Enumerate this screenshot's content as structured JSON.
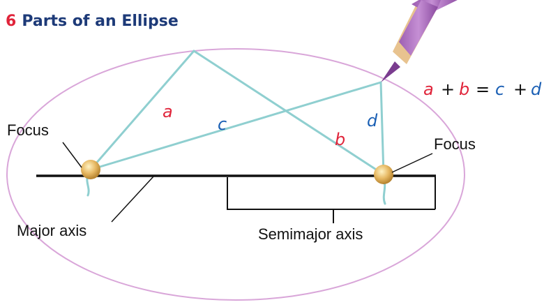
{
  "title": {
    "number": "6",
    "text": "Parts of an Ellipse"
  },
  "labels": {
    "focus_left": "Focus",
    "focus_right": "Focus",
    "major_axis": "Major axis",
    "semimajor_axis": "Semimajor axis"
  },
  "segments": {
    "a": "a",
    "b": "b",
    "c": "c",
    "d": "d"
  },
  "equation": {
    "lhs1": "a",
    "plus1": "+",
    "lhs2": "b",
    "equals": "=",
    "rhs1": "c",
    "plus2": "+",
    "rhs2": "d"
  },
  "colors": {
    "title": "#1d3a78",
    "title_number": "#e0243a",
    "red_var": "#e0243a",
    "blue_var": "#1a5fb4",
    "ellipse": "#d9a6d9",
    "string": "#8fcfd0",
    "pencil": "#b57bc4"
  }
}
